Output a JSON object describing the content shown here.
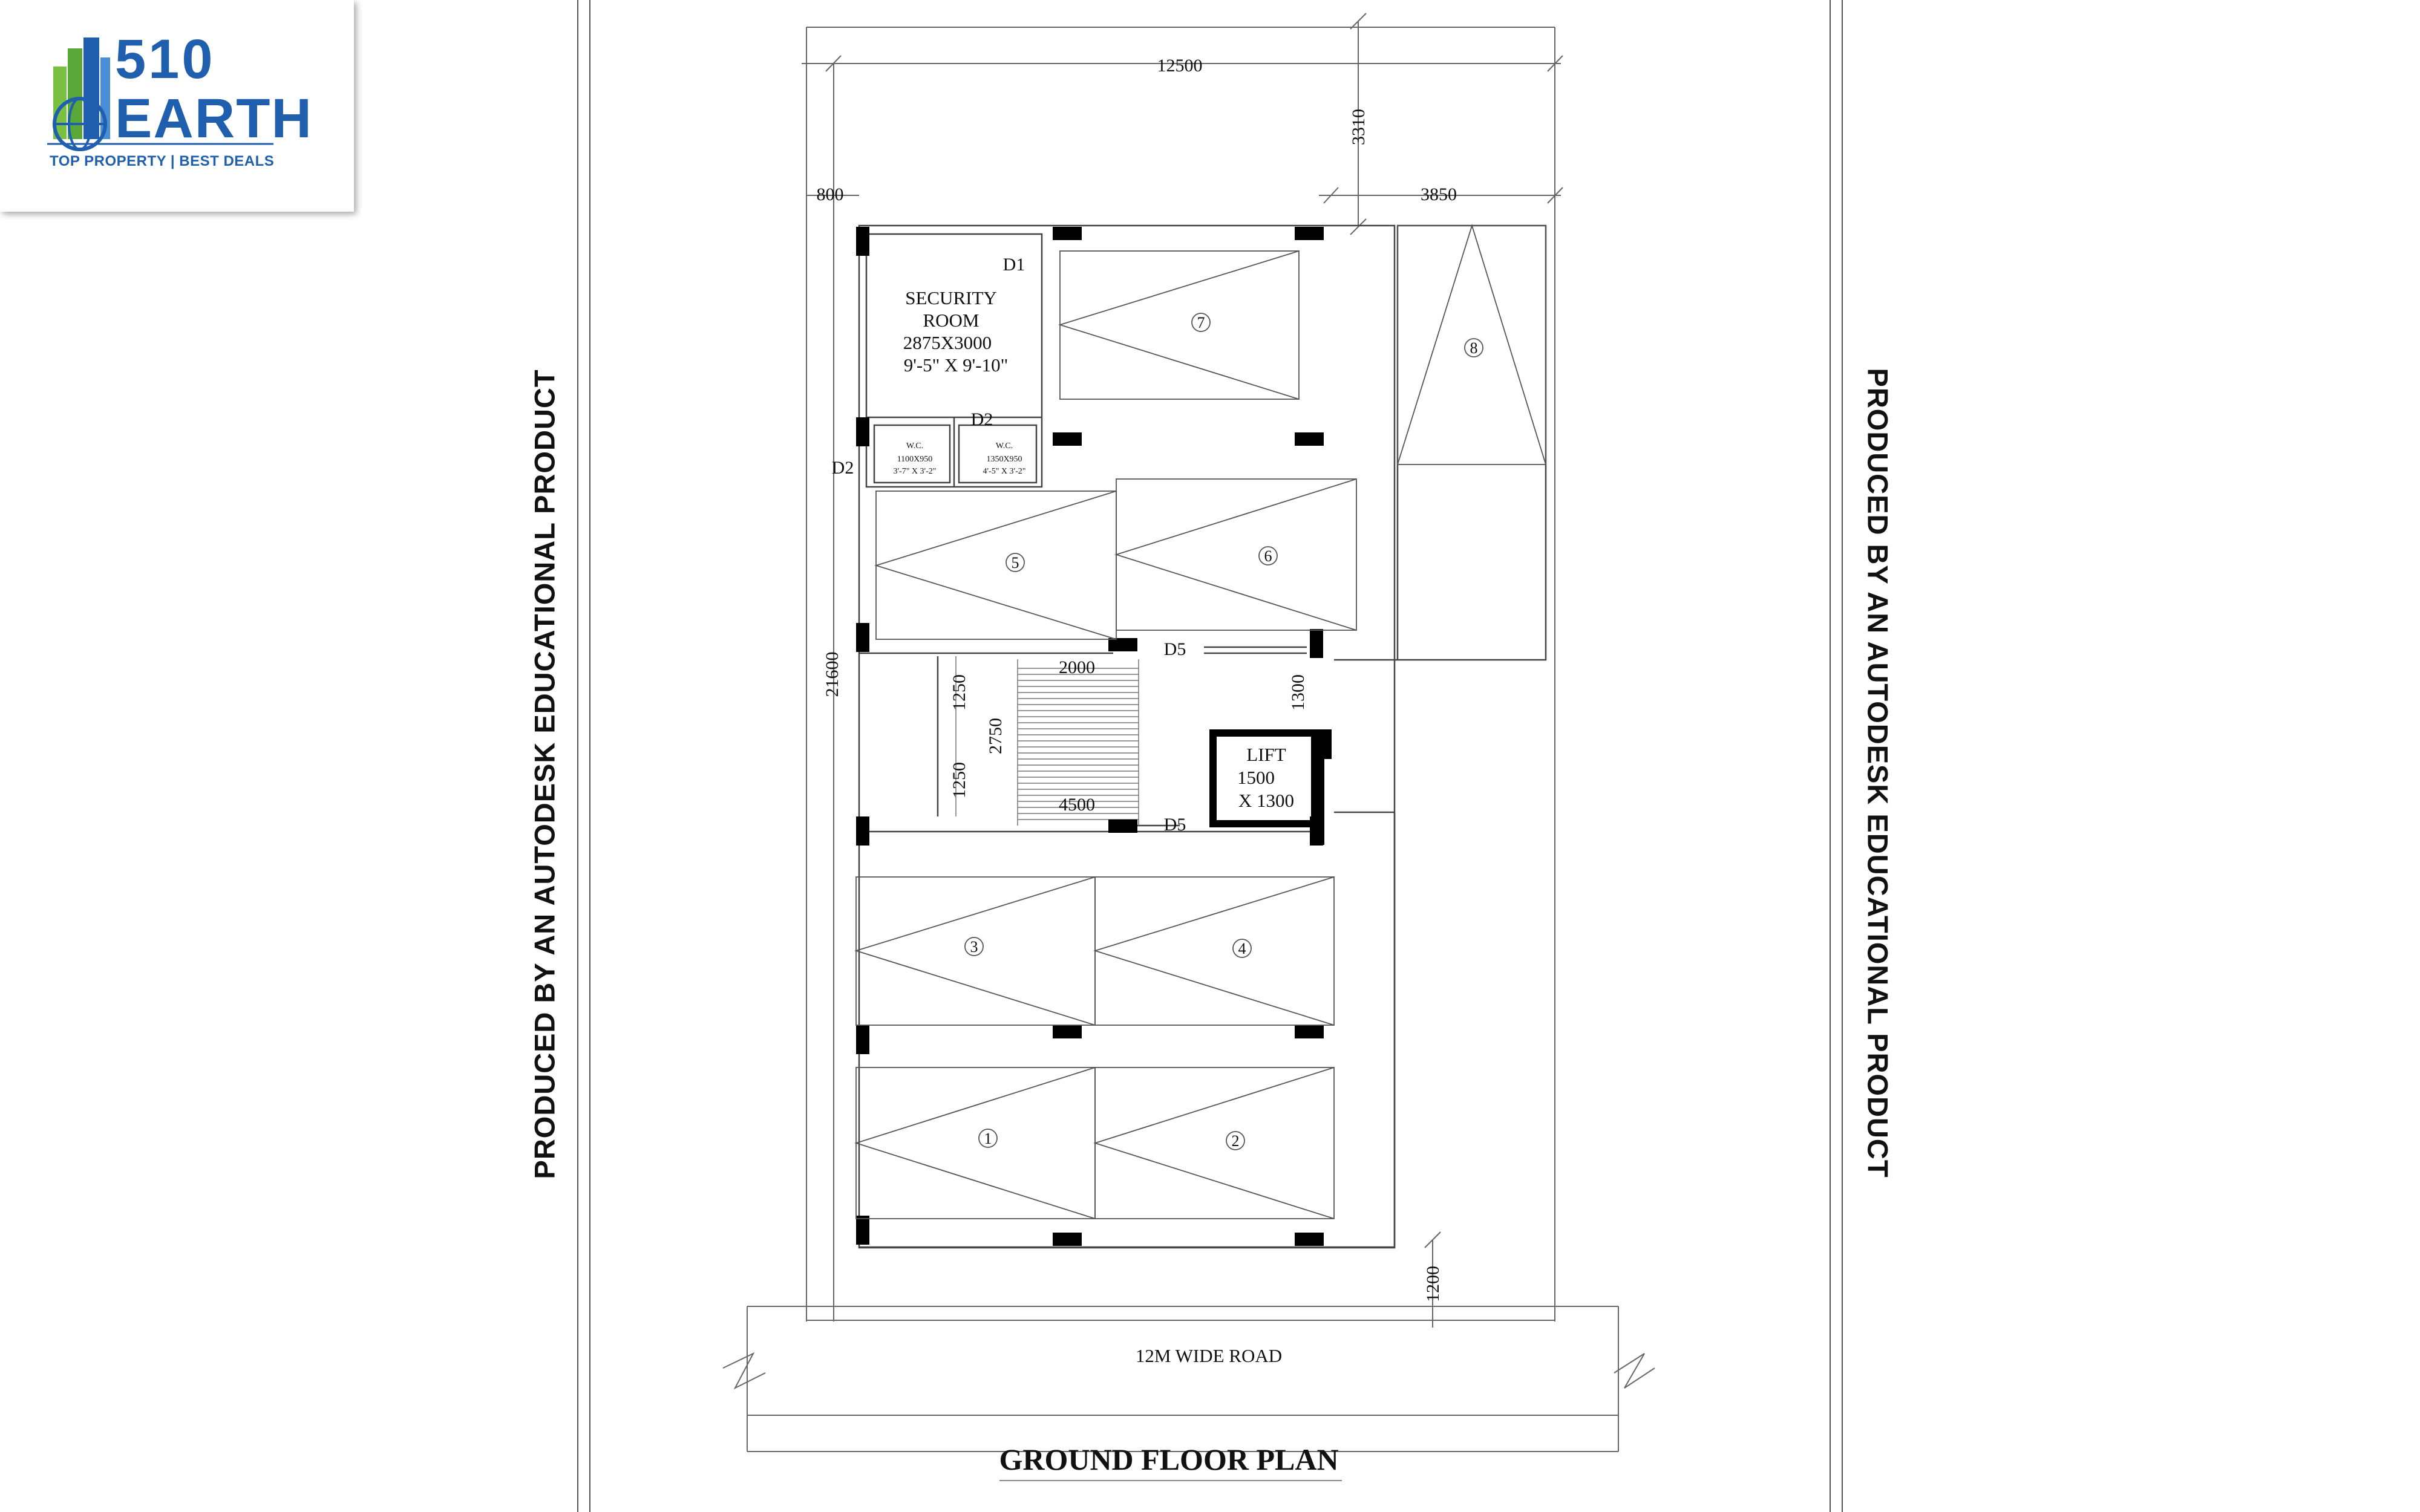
{
  "logo": {
    "number": "510",
    "word": "EARTH",
    "tagline": "TOP PROPERTY | BEST DEALS",
    "colors": {
      "blue": "#1f5fae",
      "green": "#7ac143"
    }
  },
  "watermark": "PRODUCED BY AN AUTODESK EDUCATIONAL PRODUCT",
  "plan": {
    "title": "GROUND FLOOR PLAN",
    "road": "12M WIDE ROAD",
    "dimensions": {
      "overall_width": "12500",
      "front_setback": "3310",
      "left_setback": "800",
      "right_setback": "3850",
      "overall_depth": "21600",
      "road_setback": "1200",
      "stair_width": "2000",
      "stair_flight_a": "1250",
      "stair_flight_b": "1250",
      "stair_depth": "2750",
      "stair_length": "4500",
      "lift_gap": "1300"
    },
    "security_room": {
      "line1": "SECURITY",
      "line2": "ROOM",
      "line3": "2875X3000",
      "line4": "9'-5\" X 9'-10\""
    },
    "wc1": {
      "label": "W.C.",
      "size": "1100X950",
      "imperial": "3'-7\" X 3'-2\""
    },
    "wc2": {
      "label": "W.C.",
      "size": "1350X950",
      "imperial": "4'-5\" X 3'-2\""
    },
    "doors": {
      "d1": "D1",
      "d2_top": "D2",
      "d2_left": "D2",
      "d5_top": "D5",
      "d5_bottom": "D5"
    },
    "lift": {
      "line1": "LIFT",
      "line2": "1500",
      "line3": "X 1300"
    },
    "parking": [
      "1",
      "2",
      "3",
      "4",
      "5",
      "6",
      "7",
      "8"
    ]
  }
}
